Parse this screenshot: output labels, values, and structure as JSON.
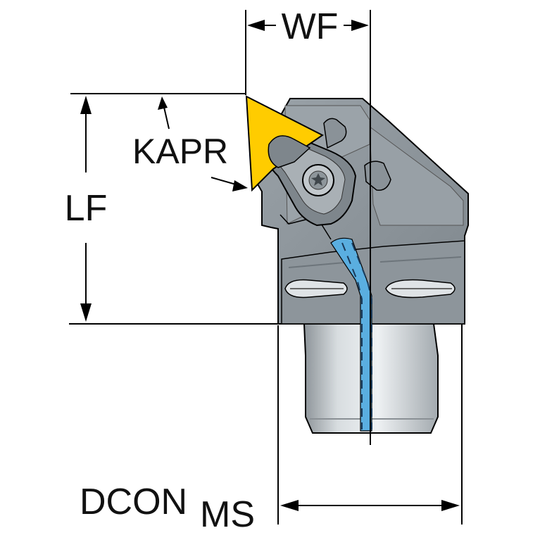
{
  "labels": {
    "wf": "WF",
    "kapr": "KAPR",
    "lf": "LF",
    "dcon": "DCON",
    "dcon_subscript": "MS"
  },
  "colors": {
    "body": "#8f979d",
    "body_dark": "#6f777d",
    "body_light": "#b7bec3",
    "insert": "#ffcc00",
    "coolant": "#5aaee0",
    "shank_light": "#e6e9eb",
    "shank_dark": "#9aa1a6",
    "line": "#000000"
  }
}
